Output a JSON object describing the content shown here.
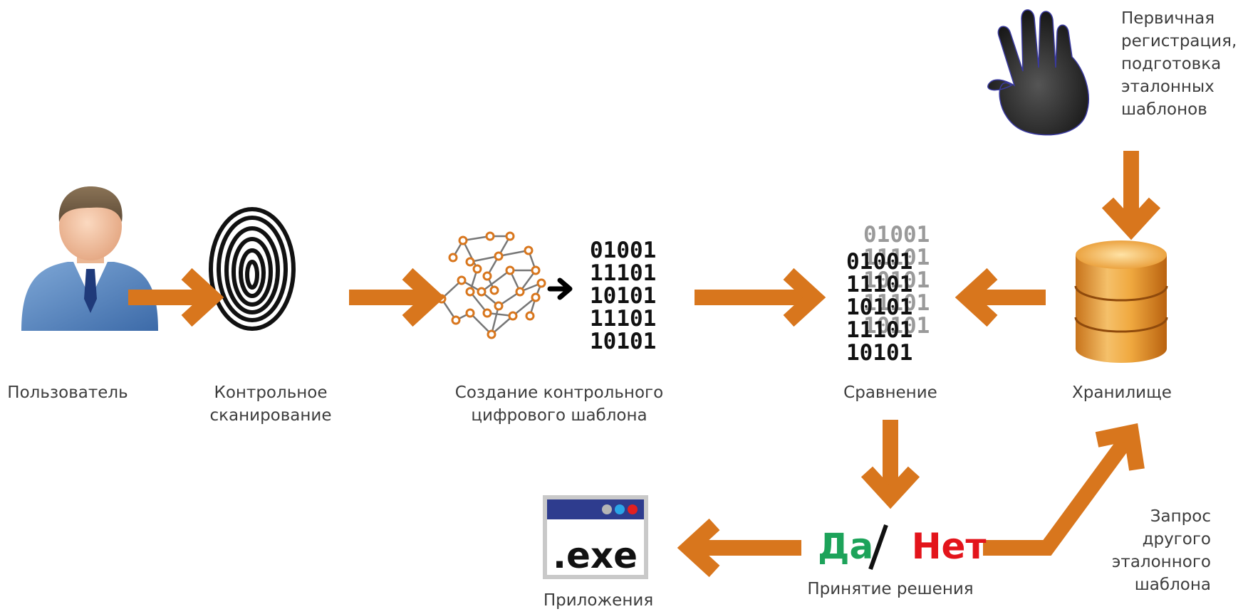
{
  "colors": {
    "arrow": "#D8761D",
    "yes": "#1DA35A",
    "no": "#E3141B",
    "label": "#3d3d3d",
    "ghost_binary": "#9a9a9a",
    "window_title_bar": "#2E3C8E"
  },
  "nodes": {
    "user": {
      "label": "Пользователь",
      "icon": "user-avatar-icon"
    },
    "scan": {
      "label_lines": [
        "Контрольное",
        "сканирование"
      ],
      "icon": "fingerprint-icon"
    },
    "template": {
      "label_lines": [
        "Создание контрольного",
        "цифрового шаблона"
      ],
      "icon": "fingerprint-minutiae-icon",
      "binary": [
        "01001",
        "11101",
        "10101",
        "11101",
        "10101"
      ]
    },
    "compare": {
      "label": "Сравнение",
      "binary_front": [
        "01001",
        "11101",
        "10101",
        "11101",
        "10101"
      ],
      "binary_back": [
        "01001",
        "11101",
        "10101",
        "11101",
        "10101"
      ]
    },
    "storage": {
      "label": "Хранилище",
      "icon": "database-icon"
    },
    "enroll": {
      "label_lines": [
        "Первичная",
        "регистрация,",
        "подготовка",
        "эталонных",
        "шаблонов"
      ],
      "icon": "handprint-icon"
    },
    "decision": {
      "label": "Принятие решения",
      "yes": "Да",
      "slash": "/",
      "no": "Нет"
    },
    "apps": {
      "label": "Приложения",
      "icon": "application-window-icon",
      "exe_text": ".exe"
    },
    "request": {
      "label_lines": [
        "Запрос",
        "другого",
        "эталонного",
        "шаблона"
      ]
    }
  }
}
